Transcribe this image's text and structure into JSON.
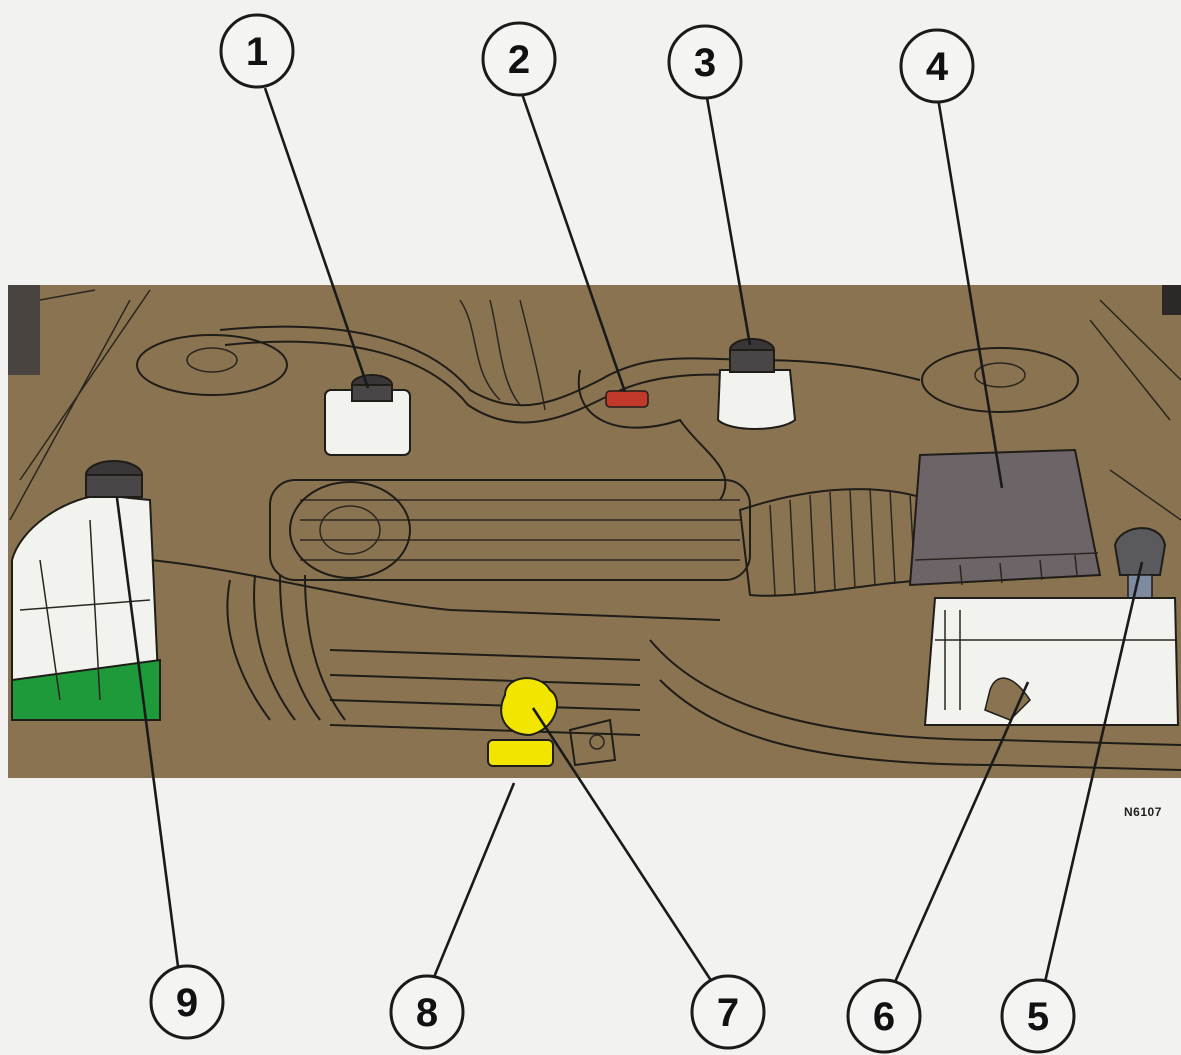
{
  "figure_code": "N6107",
  "colors": {
    "engine_bay": "#8a7350",
    "coolant_tank_accent": "#1f9a3a",
    "dipstick_and_oil_cap": "#f2e600",
    "red_marker": "#c0392b",
    "air_filter_box": "#6d6468",
    "battery": "#f4f4f2",
    "reservoir_white": "#f4f4f2"
  },
  "callouts": [
    {
      "number": "1",
      "component": "brake-fluid-reservoir"
    },
    {
      "number": "2",
      "component": "red-fuse-marker"
    },
    {
      "number": "3",
      "component": "power-steering-reservoir"
    },
    {
      "number": "4",
      "component": "air-filter-housing"
    },
    {
      "number": "5",
      "component": "washer-fluid-cap"
    },
    {
      "number": "6",
      "component": "battery"
    },
    {
      "number": "7",
      "component": "oil-filler-cap"
    },
    {
      "number": "8",
      "component": "oil-dipstick"
    },
    {
      "number": "9",
      "component": "coolant-reservoir"
    }
  ]
}
